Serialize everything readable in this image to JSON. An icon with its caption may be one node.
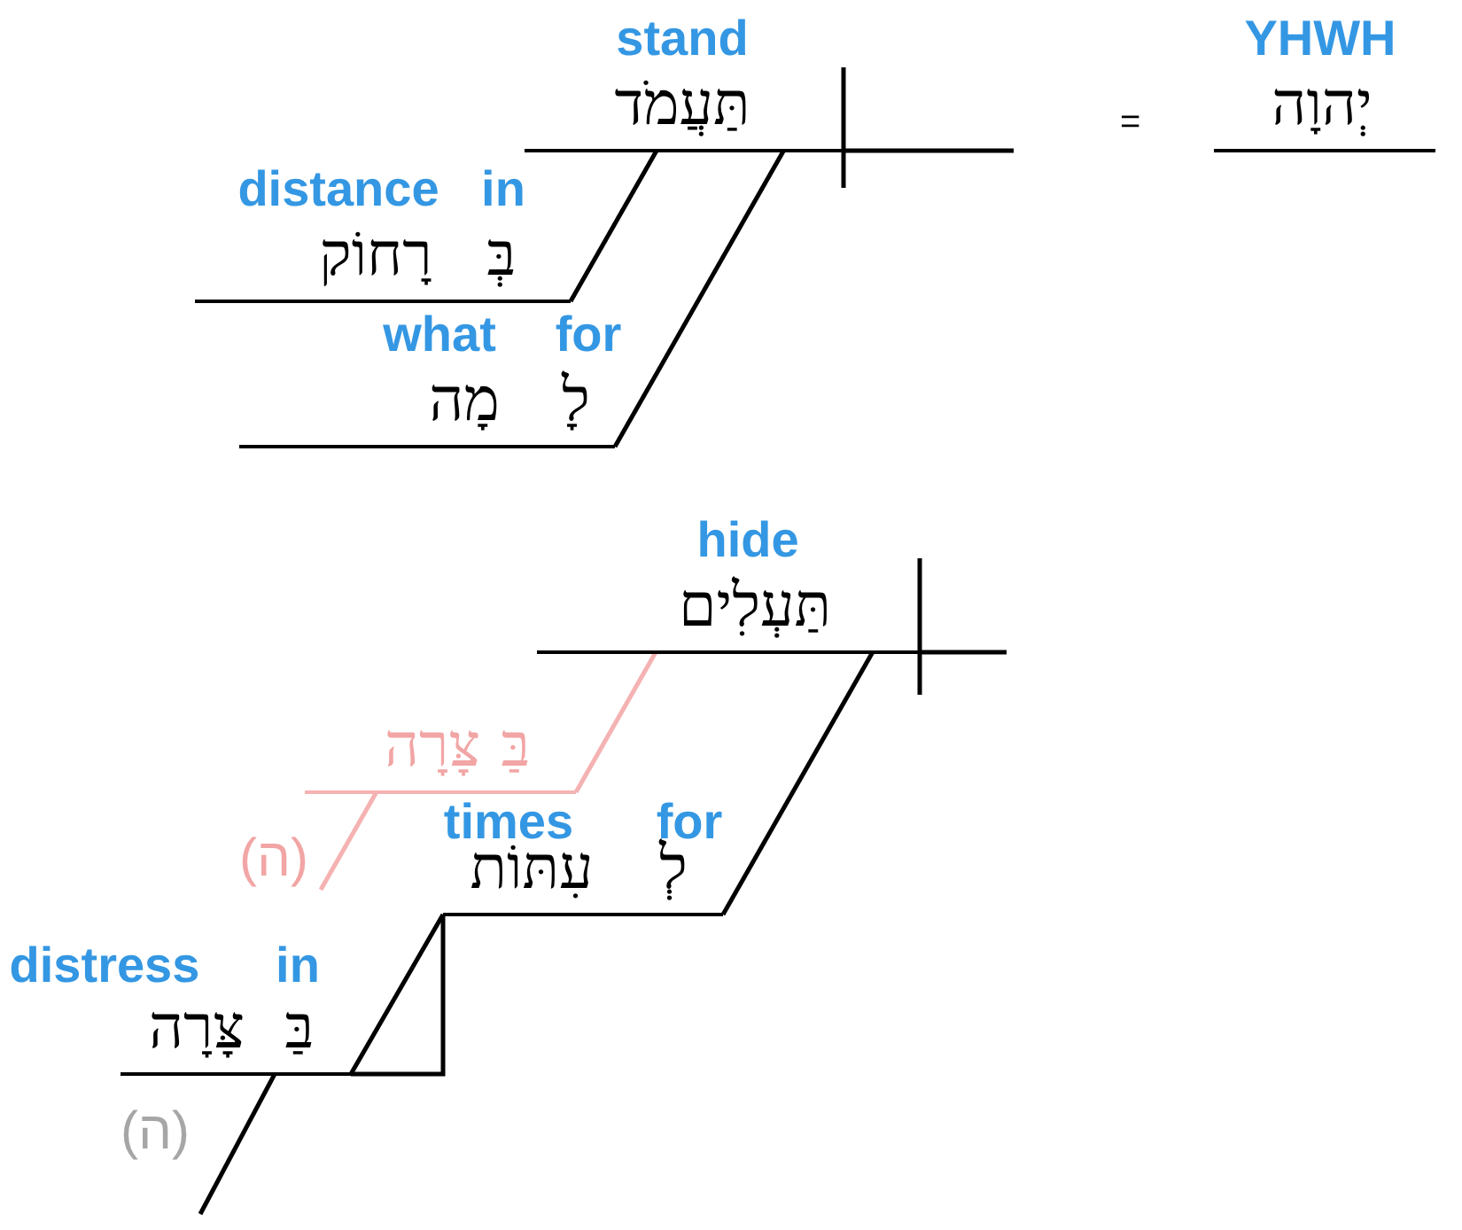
{
  "diagram": {
    "nodes": [
      {
        "text": [
          "stand",
          "תַּעֲמֹד"
        ]
      },
      {
        "text": [
          "YHWH",
          "יְהוָה"
        ]
      },
      {
        "text": [
          "distance",
          "רָחוֹק"
        ]
      },
      {
        "text": [
          "in",
          "בְּ"
        ]
      },
      {
        "text": [
          "what",
          "מָה"
        ]
      },
      {
        "text": [
          "for",
          "לָ"
        ]
      },
      {
        "text": [
          "hide",
          "תַּעְלִים"
        ]
      },
      {
        "text": [
          "צָּרָה"
        ]
      },
      {
        "text": [
          "בַּ"
        ]
      },
      {
        "text": [
          "times",
          "עִתּוֹת"
        ]
      },
      {
        "text": [
          "for",
          "לְ"
        ]
      },
      {
        "text": [
          "(ה)"
        ]
      },
      {
        "text": [
          "distress",
          "צָּרָה"
        ]
      },
      {
        "text": [
          "in",
          "בַּ"
        ]
      },
      {
        "text": [
          "(ה)"
        ]
      }
    ],
    "edges": [
      {
        "from": 3,
        "to": 0,
        "arrow": "none"
      },
      {
        "from": 5,
        "to": 0,
        "arrow": "none"
      },
      {
        "from": 8,
        "to": 6,
        "arrow": "none",
        "color": "#f5b2b2"
      },
      {
        "from": 11,
        "to": 7,
        "arrow": "none",
        "color": "#f5b2b2"
      },
      {
        "from": 10,
        "to": 6,
        "arrow": "none"
      },
      {
        "from": 13,
        "to": 9,
        "arrow": "none"
      },
      {
        "from": 14,
        "to": 12,
        "arrow": "none"
      }
    ],
    "labels": [
      "="
    ]
  }
}
